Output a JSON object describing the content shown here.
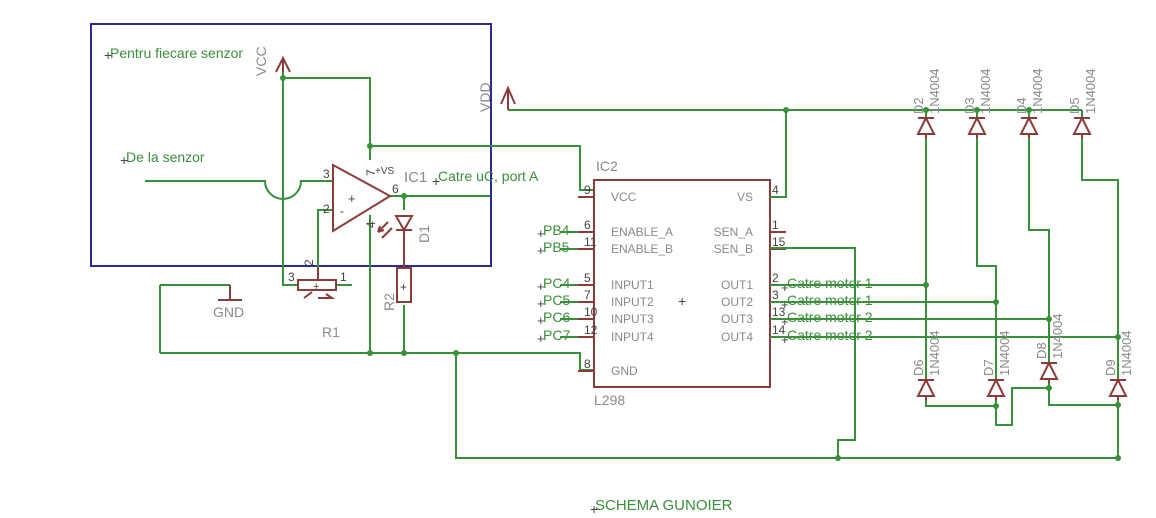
{
  "title": "SCHEMA GUNOIER",
  "frame_label": "Pentru fiecare senzor",
  "input_label": "De la senzor",
  "output_label": "Catre uC, port A",
  "power": {
    "vcc": "VCC",
    "vdd": "VDD",
    "gnd": "GND",
    "opamp_supply": "+VS"
  },
  "parts": {
    "ic1": "IC1",
    "r1": "R1",
    "r2": "R2",
    "d1": "D1",
    "ic2": "IC2",
    "ic2_value": "L298",
    "ic2_center_mark": "+",
    "opamp_plus": "+",
    "opamp_minus": "-"
  },
  "opamp_pins": {
    "in_plus": "3",
    "in_minus": "2",
    "out": "6",
    "vs": "7",
    "gnd": "4"
  },
  "pot_pins": {
    "left": "3",
    "wiper": "2",
    "right": "1"
  },
  "ic2_pins_left": [
    {
      "name": "VCC",
      "num": "9",
      "port": ""
    },
    {
      "name": "ENABLE_A",
      "num": "6",
      "port": "PB4"
    },
    {
      "name": "ENABLE_B",
      "num": "11",
      "port": "PB5"
    },
    {
      "name": "INPUT1",
      "num": "5",
      "port": "PC4"
    },
    {
      "name": "INPUT2",
      "num": "7",
      "port": "PC5"
    },
    {
      "name": "INPUT3",
      "num": "10",
      "port": "PC6"
    },
    {
      "name": "INPUT4",
      "num": "12",
      "port": "PC7"
    },
    {
      "name": "GND",
      "num": "8",
      "port": ""
    }
  ],
  "ic2_pins_right": [
    {
      "name": "VS",
      "num": "4",
      "label": ""
    },
    {
      "name": "SEN_A",
      "num": "1",
      "label": ""
    },
    {
      "name": "SEN_B",
      "num": "15",
      "label": ""
    },
    {
      "name": "OUT1",
      "num": "2",
      "label": "Catre motor 1"
    },
    {
      "name": "OUT2",
      "num": "3",
      "label": "Catre motor 1"
    },
    {
      "name": "OUT3",
      "num": "13",
      "label": "Catre motor 2"
    },
    {
      "name": "OUT4",
      "num": "14",
      "label": "Catre motor 2"
    }
  ],
  "diodes_top": [
    {
      "ref": "D2",
      "value": "1N4004"
    },
    {
      "ref": "D3",
      "value": "1N4004"
    },
    {
      "ref": "D4",
      "value": "1N4004"
    },
    {
      "ref": "D5",
      "value": "1N4004"
    }
  ],
  "diodes_bottom": [
    {
      "ref": "D6",
      "value": "1N4004"
    },
    {
      "ref": "D7",
      "value": "1N4004"
    },
    {
      "ref": "D8",
      "value": "1N4004"
    },
    {
      "ref": "D9",
      "value": "1N4004"
    }
  ],
  "colors": {
    "wire": "#3a8f3a",
    "part": "#8c3b3b",
    "frame": "#2c2c8f",
    "label": "#3a8f3a"
  }
}
